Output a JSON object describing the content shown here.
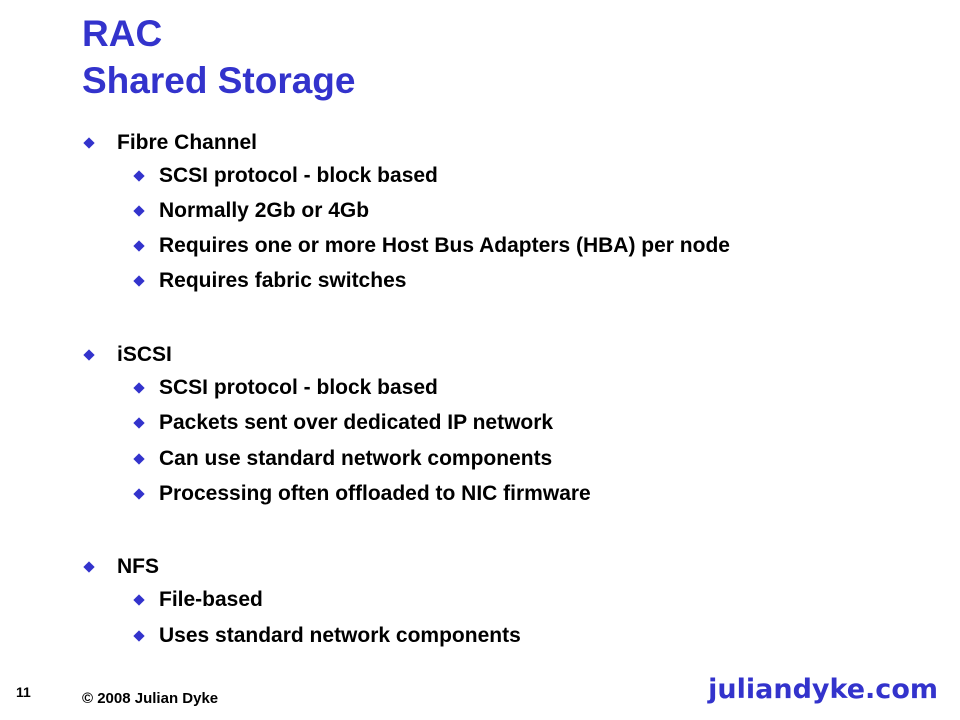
{
  "slide": {
    "title_line1": "RAC",
    "title_line2": "Shared Storage",
    "sections": [
      {
        "heading": "Fibre Channel",
        "items": [
          "SCSI protocol - block based",
          "Normally 2Gb or 4Gb",
          "Requires one or more Host Bus Adapters (HBA) per node",
          "Requires fabric switches"
        ]
      },
      {
        "heading": "iSCSI",
        "items": [
          "SCSI protocol - block based",
          "Packets sent over dedicated IP network",
          "Can use standard network components",
          "Processing often offloaded to NIC firmware"
        ]
      },
      {
        "heading": "NFS",
        "items": [
          "File-based",
          "Uses standard network components"
        ]
      }
    ]
  },
  "footer": {
    "page_number": "11",
    "copyright": "© 2008 Julian Dyke",
    "logo_text": "juliandyke.com"
  },
  "colors": {
    "accent": "#3333cc",
    "text": "#000000",
    "background": "#ffffff"
  }
}
